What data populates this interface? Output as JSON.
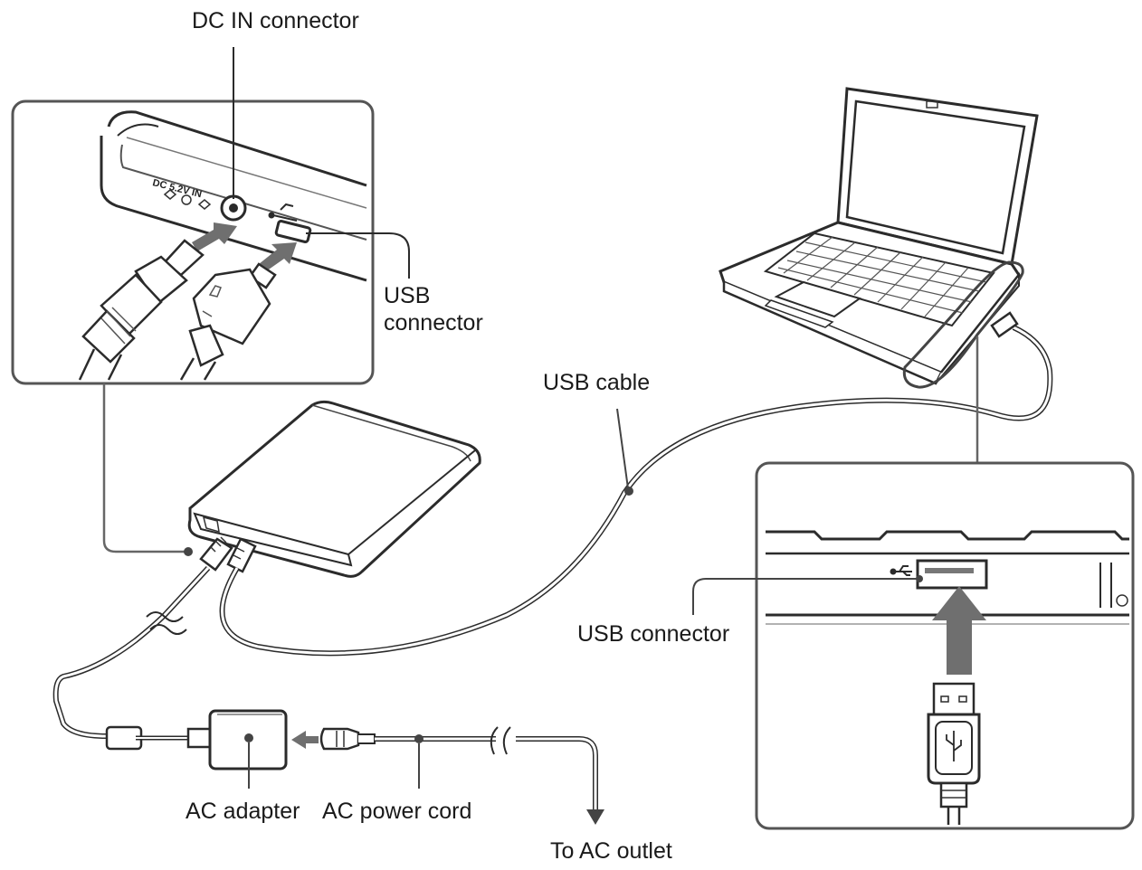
{
  "labels": {
    "dc_in_connector": "DC IN connector",
    "usb_connector_device": [
      "USB",
      "connector"
    ],
    "usb_cable": "USB cable",
    "usb_connector_pc": "USB connector",
    "ac_adapter": "AC adapter",
    "ac_power_cord": "AC power cord",
    "to_ac_outlet": "To AC outlet",
    "device_port_marking": "DC 5.2V IN"
  },
  "colors": {
    "line": "#2b2b2b",
    "gray": "#9a9a9a",
    "arrow": "#6f6f6f",
    "background": "#ffffff"
  }
}
